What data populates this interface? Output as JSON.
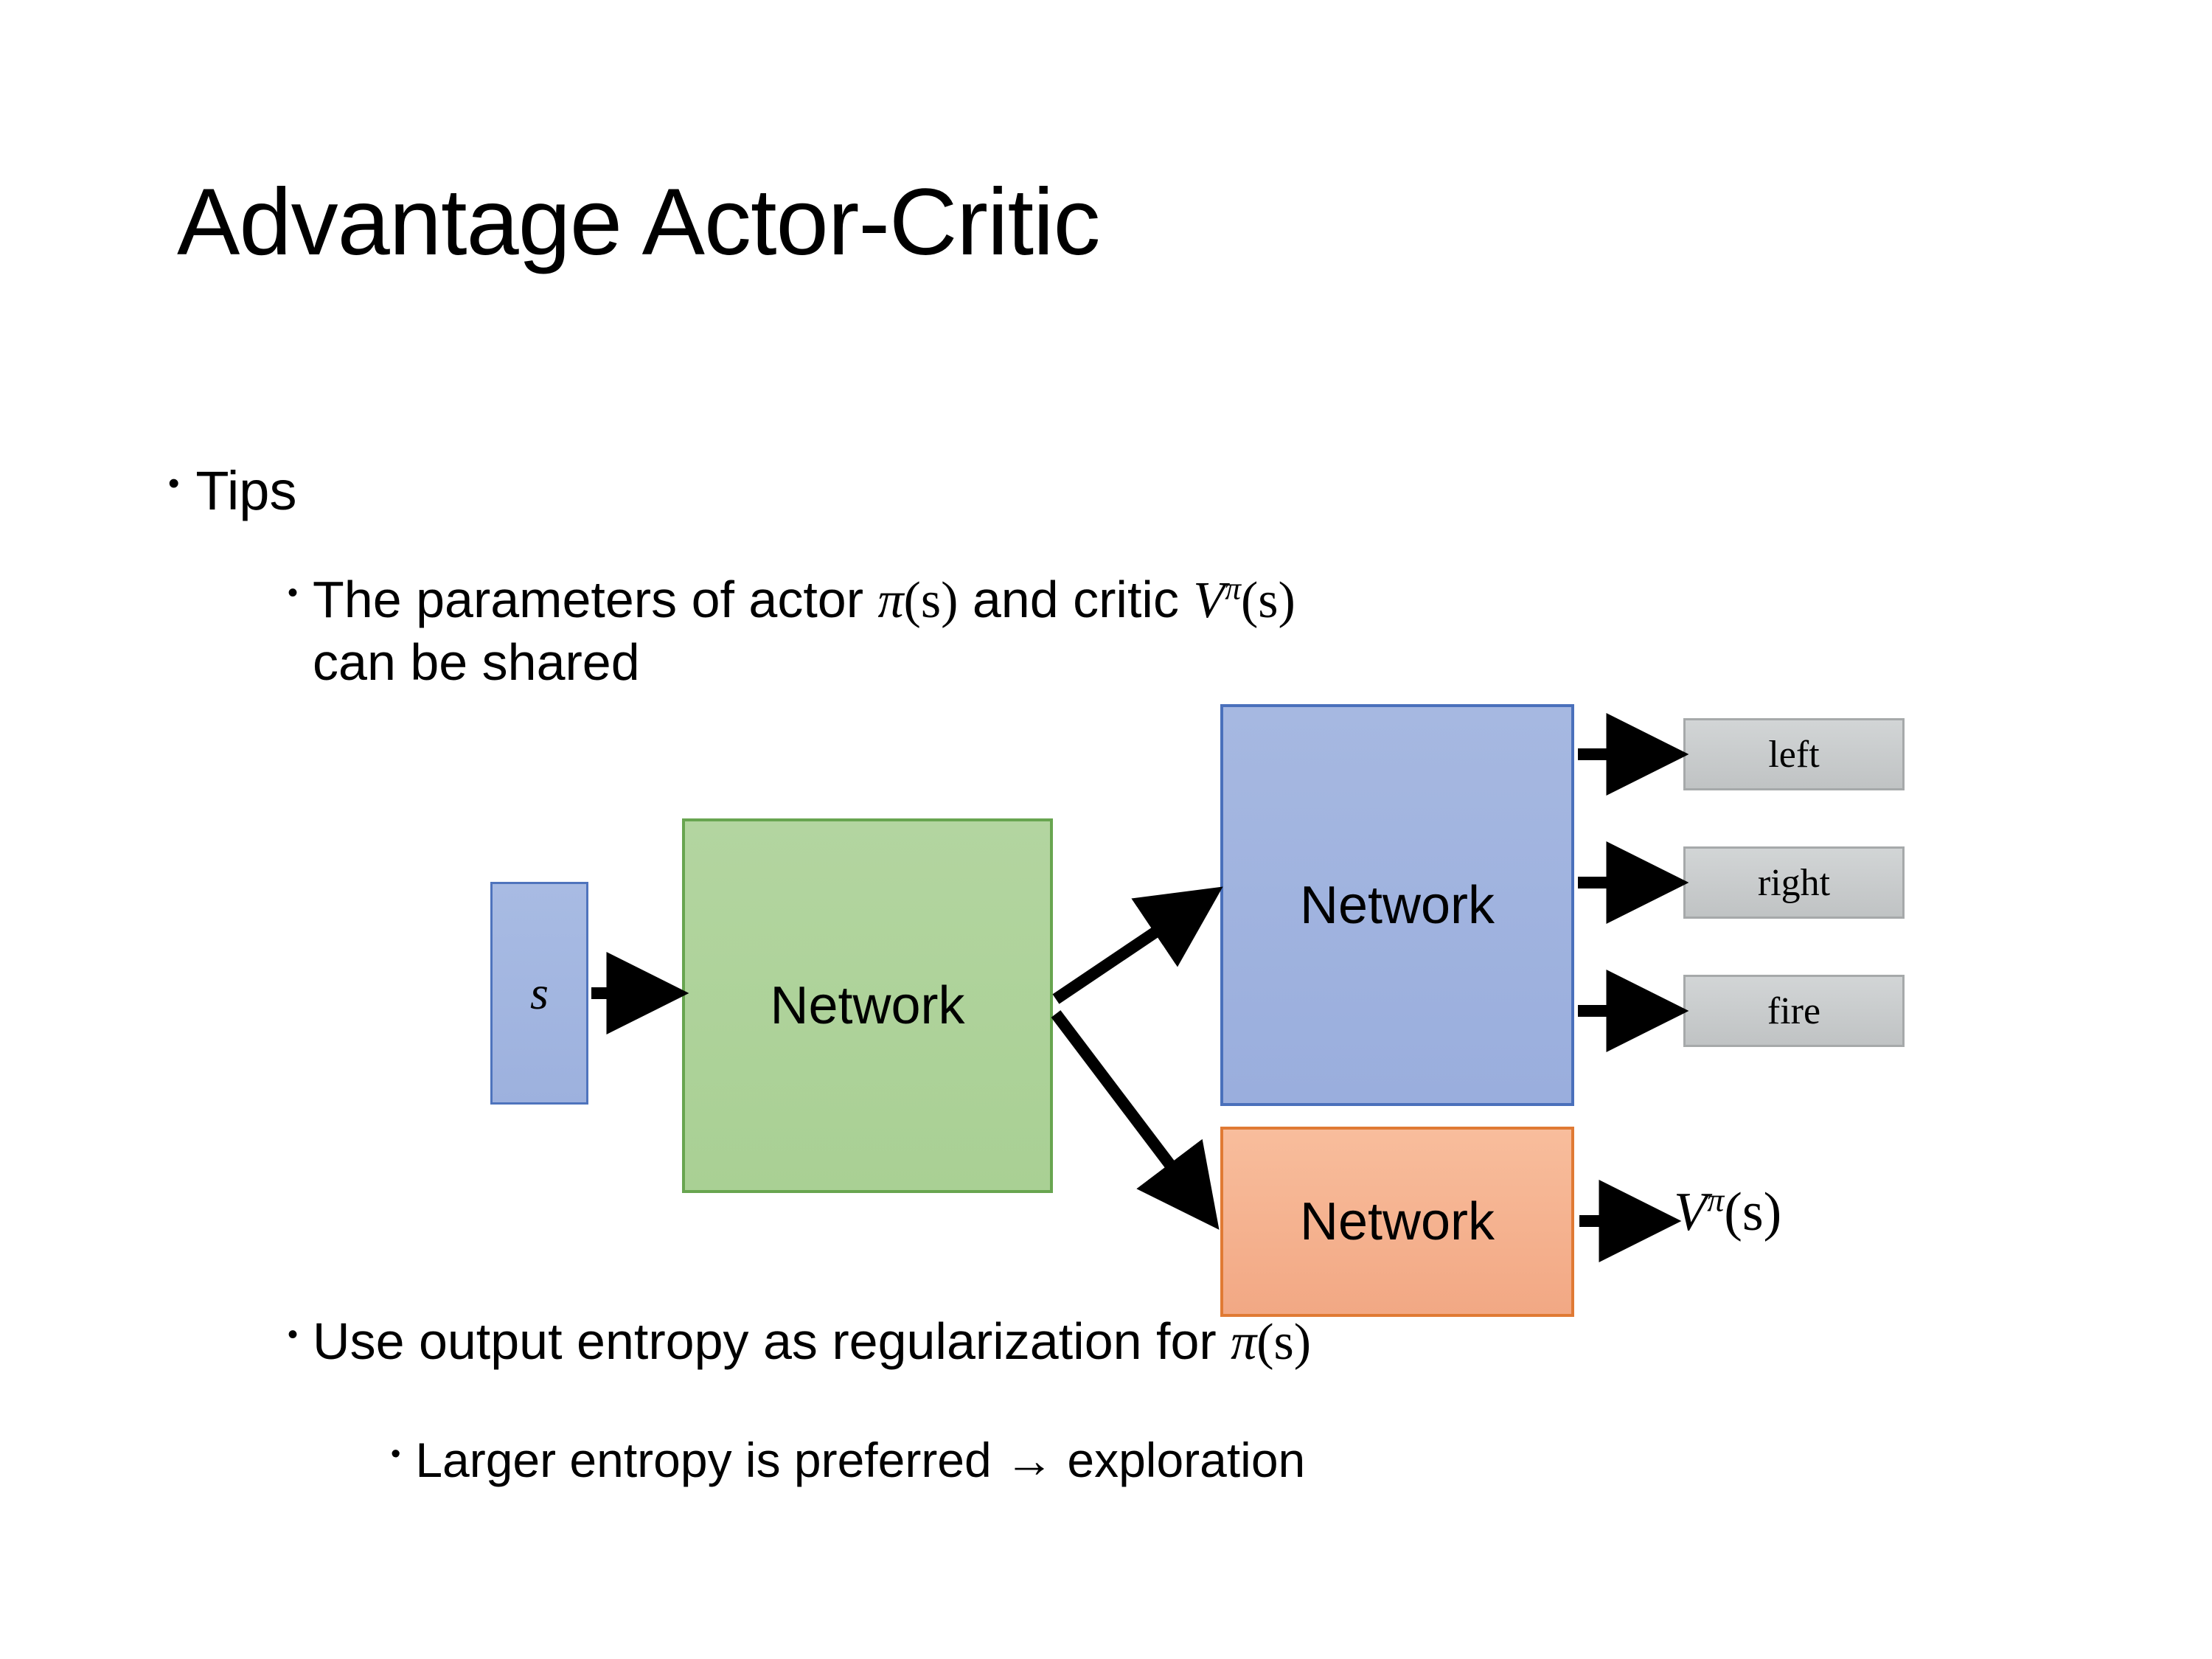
{
  "slide": {
    "title": "Advantage Actor-Critic",
    "background_color": "#ffffff"
  },
  "bullets": {
    "tips": {
      "marker": "•",
      "text": "Tips"
    },
    "parameters": {
      "marker": "•",
      "line1_prefix": "The parameters of actor ",
      "actor_symbol": "π",
      "actor_arg": "(s)",
      "line1_middle": "  and critic ",
      "critic_symbol": "V",
      "critic_superscript": "π",
      "critic_arg": "(s)",
      "line2": "can be shared"
    },
    "entropy": {
      "marker": "•",
      "text_prefix": "Use output entropy as regularization for ",
      "policy_symbol": "π",
      "policy_arg": "(s)"
    },
    "larger_entropy": {
      "marker": "•",
      "text": "Larger entropy is preferred → exploration"
    }
  },
  "diagram": {
    "input_node": {
      "label": "s",
      "fill_color": "#a3b5df",
      "border_color": "#4f74bd"
    },
    "shared_network": {
      "label": "Network",
      "fill_color": "#aed396",
      "border_color": "#68a550"
    },
    "actor_network": {
      "label": "Network",
      "fill_color": "#a3b5df",
      "border_color": "#4a70bb"
    },
    "critic_network": {
      "label": "Network",
      "fill_color": "#f4af8a",
      "border_color": "#e07a34"
    },
    "action_outputs": [
      {
        "label": "left",
        "fill_color": "#c6c9ca"
      },
      {
        "label": "right",
        "fill_color": "#c6c9ca"
      },
      {
        "label": "fire",
        "fill_color": "#c6c9ca"
      }
    ],
    "value_output": {
      "symbol": "V",
      "superscript": "π",
      "argument": "(s)"
    },
    "arrow_color": "#000000"
  }
}
